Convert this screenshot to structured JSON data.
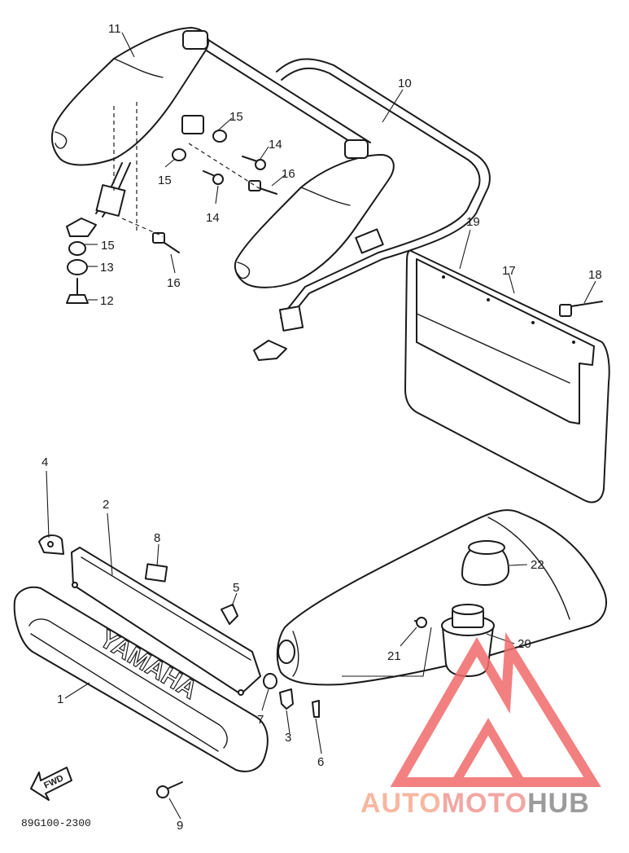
{
  "parts": [
    {
      "number": "1"
    },
    {
      "number": "2"
    },
    {
      "number": "3"
    },
    {
      "number": "4"
    },
    {
      "number": "5"
    },
    {
      "number": "6"
    },
    {
      "number": "7"
    },
    {
      "number": "8"
    },
    {
      "number": "9"
    },
    {
      "number": "10"
    },
    {
      "number": "11"
    },
    {
      "number": "12"
    },
    {
      "number": "13"
    },
    {
      "number": "14"
    },
    {
      "number": "14"
    },
    {
      "number": "15"
    },
    {
      "number": "15"
    },
    {
      "number": "15"
    },
    {
      "number": "16"
    },
    {
      "number": "16"
    },
    {
      "number": "17"
    },
    {
      "number": "18"
    },
    {
      "number": "19"
    },
    {
      "number": "20"
    },
    {
      "number": "21"
    },
    {
      "number": "22"
    }
  ],
  "diagram_code": "89G100-2300",
  "direction_marker": "FWD",
  "emblem_text": "YAMAHA",
  "watermark": {
    "text_parts": [
      "AUTO",
      "MOTO",
      "HUB"
    ],
    "colors": [
      "#f7b7a1",
      "#f2a6a3",
      "#9b9b9b"
    ],
    "logo_color": "#f26b6b"
  }
}
